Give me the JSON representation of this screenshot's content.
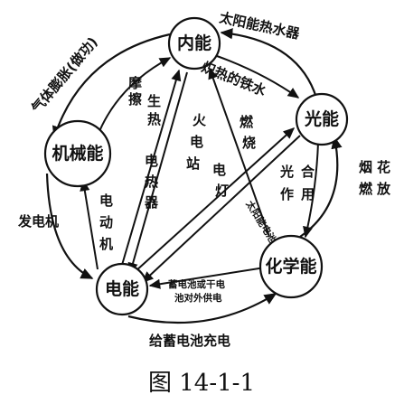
{
  "nodes": {
    "internal_energy": "内能",
    "light_energy": "光能",
    "chemical_energy": "化学能",
    "electric_energy": "电能",
    "mechanical_energy": "机械能"
  },
  "edges": {
    "solar_water_heater": "太阳能热水器",
    "gas_expansion": "气体膨胀(做功)",
    "friction_heat": "摩擦生热",
    "red_hot_iron": "炽热的铁水",
    "electric_heater": "电热器",
    "power_station": "火电站",
    "combustion": "燃烧",
    "electric_lamp": "电灯",
    "solar_cell": "太阳能电池",
    "photosynthesis": "光合作用",
    "fireworks": "烟花燃放",
    "motor": "电动机",
    "generator": "发电机",
    "battery_supply": "蓄电池或干电池对外供电",
    "battery_charge": "给蓄电池充电"
  },
  "caption": "图 14-1-1"
}
